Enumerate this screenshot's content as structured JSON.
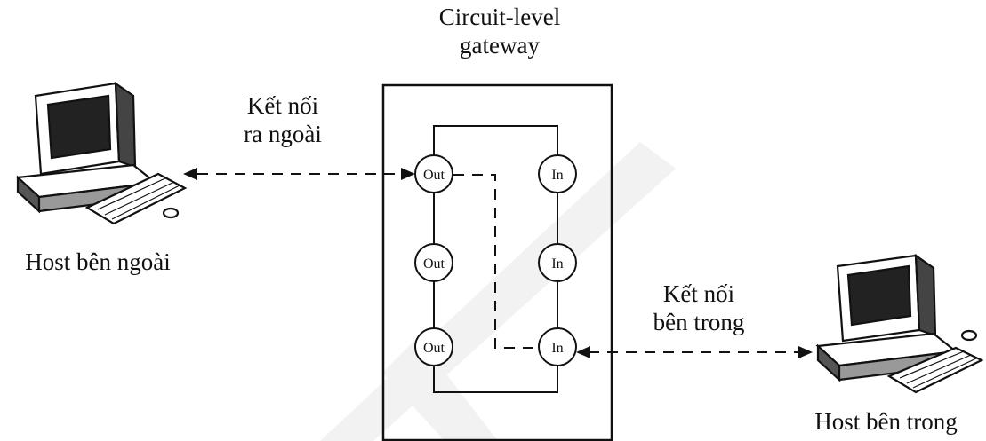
{
  "gateway": {
    "title_line1": "Circuit-level",
    "title_line2": "gateway"
  },
  "connections": {
    "outbound": {
      "line1": "Kết nối",
      "line2": "ra ngoài"
    },
    "inbound": {
      "line1": "Kết nối",
      "line2": "bên trong"
    }
  },
  "hosts": {
    "external": {
      "label": "Host bên ngoài",
      "icon": "computer-icon"
    },
    "internal": {
      "label": "Host bên trong",
      "icon": "computer-icon"
    }
  },
  "nodes": {
    "out": [
      "Out",
      "Out",
      "Out"
    ],
    "in": [
      "In",
      "In",
      "In"
    ]
  },
  "colors": {
    "stroke": "#111111",
    "watermark": "#e6e6e6"
  }
}
